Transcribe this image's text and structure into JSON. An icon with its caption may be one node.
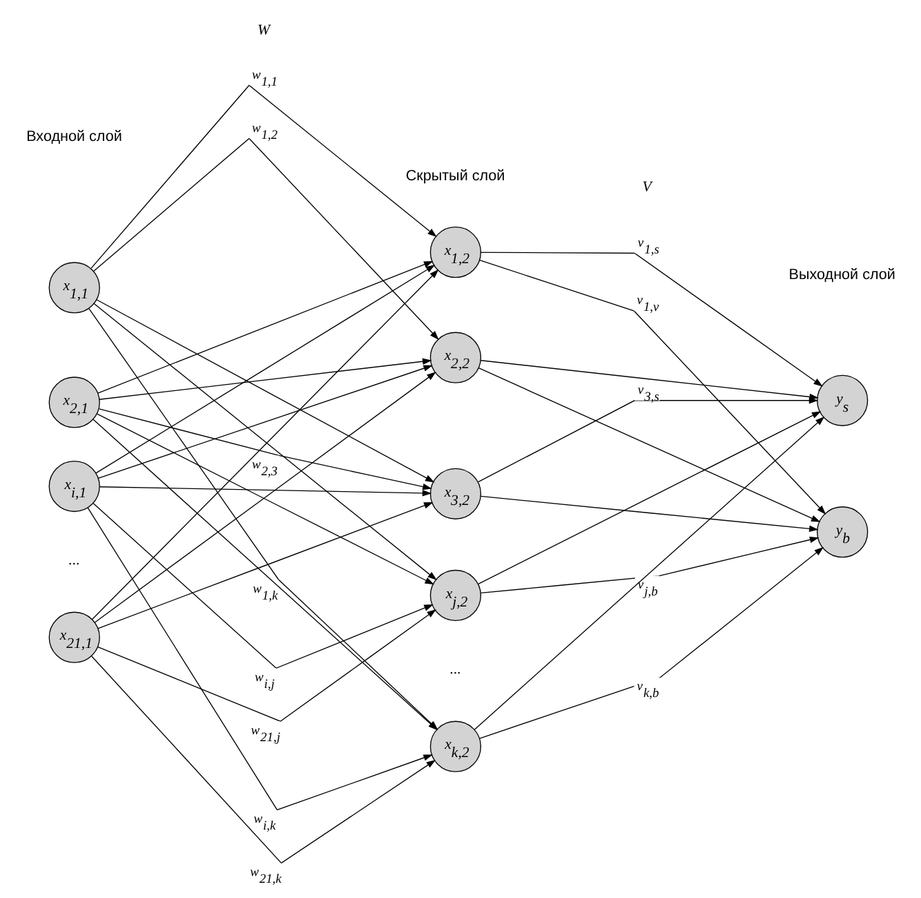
{
  "diagram": {
    "nodes": [
      {
        "text": [
          "x$_{1,1}$"
        ]
      },
      {
        "text": [
          "x$_{2,1}$"
        ]
      },
      {
        "text": [
          "x$_{i,1}$"
        ]
      },
      {
        "text": [
          "x$_{21,1}$"
        ]
      },
      {
        "text": [
          "x$_{1,2}$"
        ]
      },
      {
        "text": [
          "x$_{2,2}$"
        ]
      },
      {
        "text": [
          "x$_{3,2}$"
        ]
      },
      {
        "text": [
          "x$_{j,2}$"
        ]
      },
      {
        "text": [
          "x$_{k,2}$"
        ]
      },
      {
        "text": [
          "y$_{s}$"
        ]
      },
      {
        "text": [
          "y$_{b}$"
        ]
      }
    ],
    "edges": [
      {
        "from": 0,
        "to": 4,
        "arrow": "to",
        "label": "w$_{1,1}$"
      },
      {
        "from": 0,
        "to": 5,
        "arrow": "to",
        "label": "w$_{1,2}$"
      },
      {
        "from": 0,
        "to": 6,
        "arrow": "to"
      },
      {
        "from": 0,
        "to": 7,
        "arrow": "to"
      },
      {
        "from": 0,
        "to": 8,
        "arrow": "to",
        "label": "w$_{1,k}$"
      },
      {
        "from": 1,
        "to": 4,
        "arrow": "to"
      },
      {
        "from": 1,
        "to": 5,
        "arrow": "to"
      },
      {
        "from": 1,
        "to": 6,
        "arrow": "to",
        "label": "w$_{2,3}$"
      },
      {
        "from": 1,
        "to": 7,
        "arrow": "to"
      },
      {
        "from": 1,
        "to": 8,
        "arrow": "to"
      },
      {
        "from": 2,
        "to": 4,
        "arrow": "to"
      },
      {
        "from": 2,
        "to": 5,
        "arrow": "to"
      },
      {
        "from": 2,
        "to": 6,
        "arrow": "to"
      },
      {
        "from": 2,
        "to": 7,
        "arrow": "to",
        "label": "w$_{i,j}$"
      },
      {
        "from": 2,
        "to": 8,
        "arrow": "to",
        "label": "w$_{i,k}$"
      },
      {
        "from": 3,
        "to": 4,
        "arrow": "to"
      },
      {
        "from": 3,
        "to": 5,
        "arrow": "to"
      },
      {
        "from": 3,
        "to": 6,
        "arrow": "to"
      },
      {
        "from": 3,
        "to": 7,
        "arrow": "to",
        "label": "w$_{21,j}$"
      },
      {
        "from": 3,
        "to": 8,
        "arrow": "to",
        "label": "w$_{21,k}$"
      },
      {
        "from": 4,
        "to": 9,
        "arrow": "to",
        "label": "v$_{1,s}$"
      },
      {
        "from": 4,
        "to": 10,
        "arrow": "to",
        "label": "v$_{1,v}$"
      },
      {
        "from": 5,
        "to": 9,
        "arrow": "to"
      },
      {
        "from": 5,
        "to": 10,
        "arrow": "to"
      },
      {
        "from": 6,
        "to": 9,
        "arrow": "to",
        "label": "v$_{3,s}$"
      },
      {
        "from": 6,
        "to": 10,
        "arrow": "to"
      },
      {
        "from": 7,
        "to": 9,
        "arrow": "to"
      },
      {
        "from": 7,
        "to": 10,
        "arrow": "to",
        "label": "v$_{j,b}$"
      },
      {
        "from": 8,
        "to": 9,
        "arrow": "to"
      },
      {
        "from": 8,
        "to": 10,
        "arrow": "to",
        "label": "v$_{k,b}$"
      }
    ],
    "labels": [
      "Входной слой",
      "Скрытый слой",
      "Выходной слой",
      "W",
      "V",
      "...",
      "..."
    ]
  }
}
